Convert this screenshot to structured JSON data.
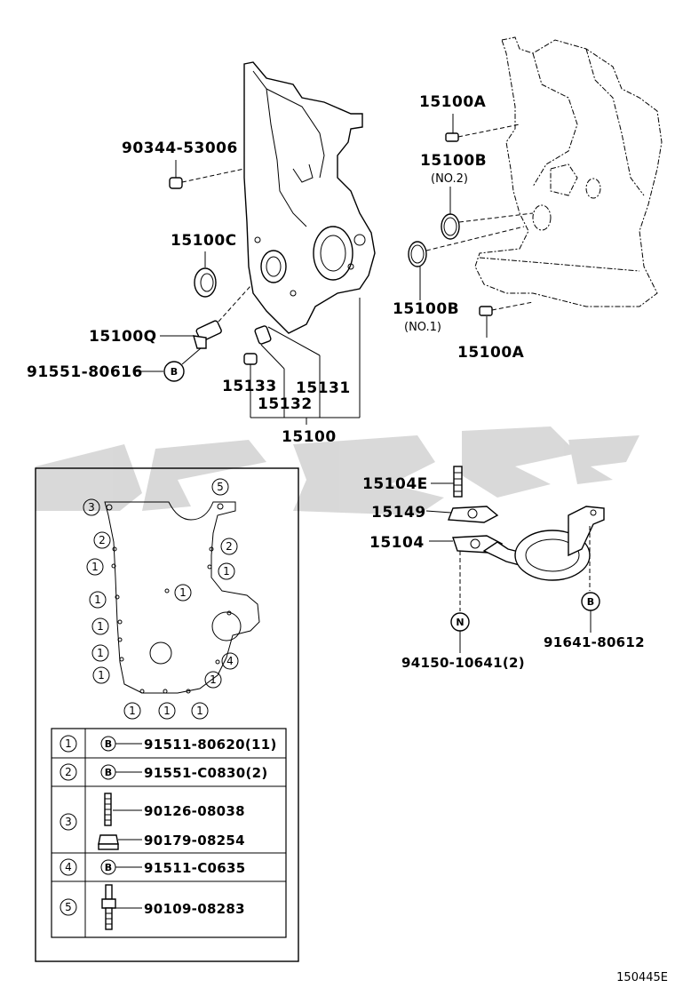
{
  "labels": {
    "p90344": "90344-53006",
    "p15100C": "15100C",
    "p15100Q": "15100Q",
    "p91551_80616": "91551-80616",
    "p15133": "15133",
    "p15132": "15132",
    "p15131": "15131",
    "p15100": "15100",
    "p15100A_top": "15100A",
    "p15100B_top": "15100B",
    "p15100B_top_note": "(NO.2)",
    "p15100B_bot": "15100B",
    "p15100B_bot_note": "(NO.1)",
    "p15100A_bot": "15100A",
    "p15104E": "15104E",
    "p15149": "15149",
    "p15104": "15104",
    "p94150": "94150-10641(2)",
    "p91641": "91641-80612"
  },
  "symbols": {
    "bolt": "B",
    "nut": "N"
  },
  "location_markers": [
    "1",
    "2",
    "3",
    "4",
    "5"
  ],
  "legend": [
    {
      "key": "1",
      "sym": "B",
      "part": "91511-80620(11)"
    },
    {
      "key": "2",
      "sym": "B",
      "part": "91551-C0830(2)"
    },
    {
      "key": "3",
      "parts": [
        "90126-08038",
        "90179-08254"
      ]
    },
    {
      "key": "4",
      "sym": "B",
      "part": "91511-C0635"
    },
    {
      "key": "5",
      "part": "90109-08283"
    }
  ],
  "figure_code": "150445E"
}
